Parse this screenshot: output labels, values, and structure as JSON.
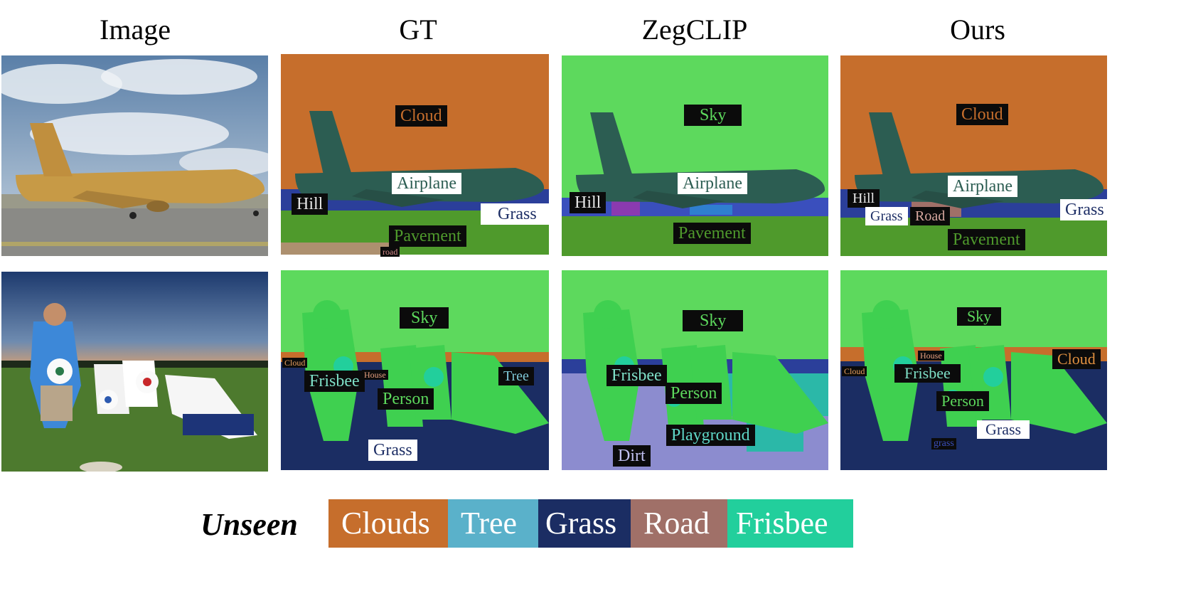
{
  "columns": [
    "Image",
    "GT",
    "ZegCLIP",
    "Ours"
  ],
  "legend": {
    "title": "Unseen",
    "items": [
      {
        "label": "Clouds",
        "color": "#c66e2c"
      },
      {
        "label": "Tree",
        "color": "#5ab1ca"
      },
      {
        "label": "Grass",
        "color": "#1b2d63"
      },
      {
        "label": "Road",
        "color": "#a07068"
      },
      {
        "label": "Frisbee",
        "color": "#22cf9c"
      }
    ]
  },
  "row1": {
    "gt": {
      "cloud": "Cloud",
      "airplane": "Airplane",
      "hill": "Hill",
      "grass": "Grass",
      "pavement": "Pavement",
      "road": "road"
    },
    "zeg": {
      "sky": "Sky",
      "airplane": "Airplane",
      "hill": "Hill",
      "pavement": "Pavement"
    },
    "ours": {
      "cloud": "Cloud",
      "airplane": "Airplane",
      "hill": "Hill",
      "grass": "Grass",
      "road": "Road",
      "grass2": "Grass",
      "pavement": "Pavement"
    }
  },
  "row2": {
    "gt": {
      "sky": "Sky",
      "cloud": "Cloud",
      "frisbee": "Frisbee",
      "house": "House",
      "tree": "Tree",
      "person": "Person",
      "grass": "Grass"
    },
    "zeg": {
      "sky": "Sky",
      "frisbee": "Frisbee",
      "person": "Person",
      "playground": "Playground",
      "dirt": "Dirt"
    },
    "ours": {
      "sky": "Sky",
      "house": "House",
      "cloud": "Cloud",
      "cloud2": "Cloud",
      "frisbee": "Frisbee",
      "person": "Person",
      "grass": "Grass",
      "grass2": "grass"
    }
  },
  "colors": {
    "cloud": "#c66e2c",
    "sky": "#5dd95d",
    "airplane": "#2c5d52",
    "pavement": "#4f9a2c",
    "grass": "#1b2d63",
    "person": "#3fd050",
    "frisbee": "#22cf9c",
    "playground": "#2bb8a8",
    "dirt": "#8c8ccf"
  }
}
